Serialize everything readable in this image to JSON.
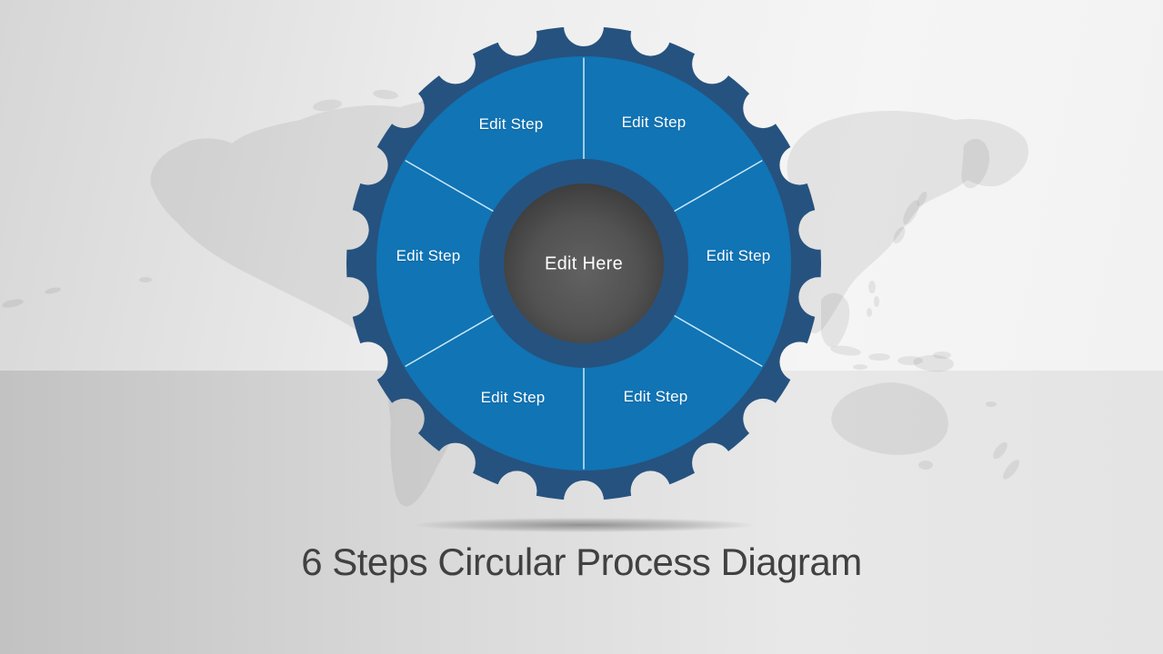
{
  "slide": {
    "title": "6 Steps Circular Process Diagram"
  },
  "gear": {
    "center_label": "Edit Here",
    "steps": [
      {
        "label": "Edit Step"
      },
      {
        "label": "Edit Step"
      },
      {
        "label": "Edit Step"
      },
      {
        "label": "Edit Step"
      },
      {
        "label": "Edit Step"
      },
      {
        "label": "Edit Step"
      }
    ],
    "segment_count": 6,
    "tooth_count": 22
  },
  "colors": {
    "rim": "#26527F",
    "disc": "#1074B5",
    "hub_ring": "#26527F",
    "hub_dark": "#393939",
    "hub_light": "#606060",
    "divider": "#CDE8F7",
    "band_left": "#C2C2C2",
    "band_right": "#E4E4E4",
    "bg_light": "#F2F2F2",
    "map_gray": "#D9D9D9",
    "title_text": "#414141",
    "step_text": "#FFFFFF"
  }
}
